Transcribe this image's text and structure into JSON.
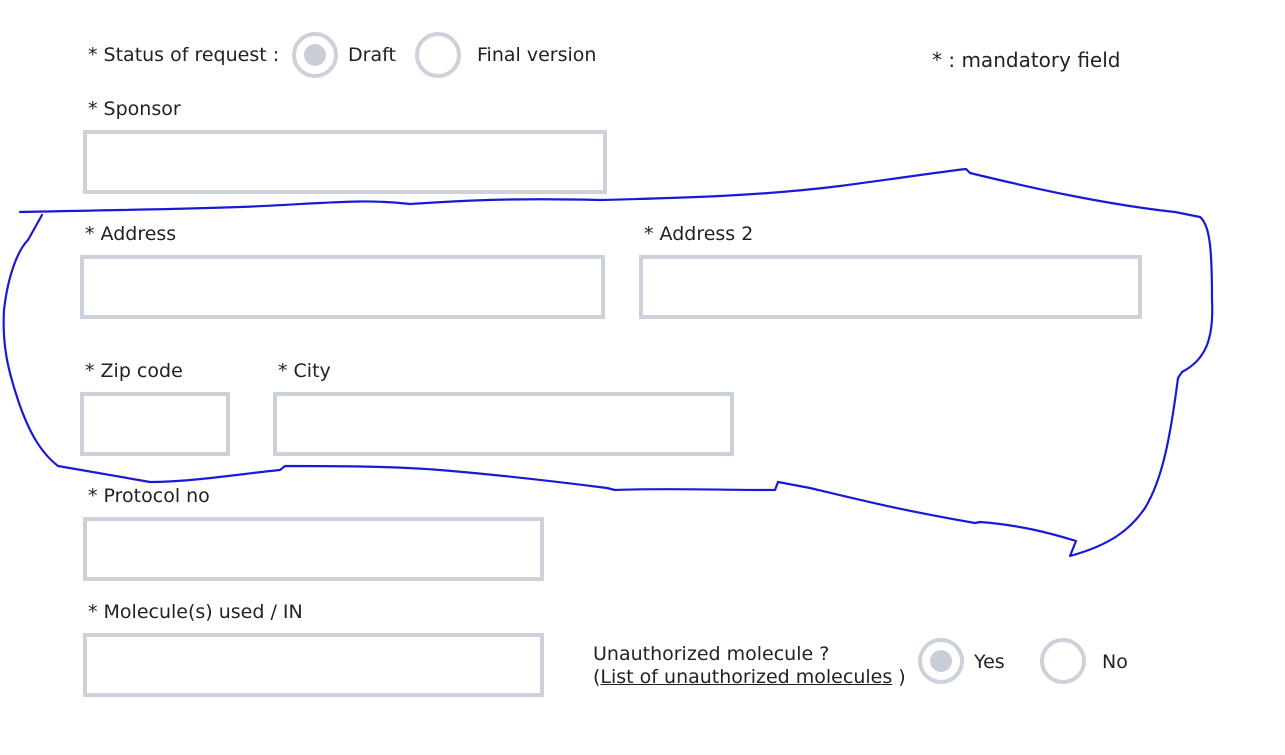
{
  "status": {
    "label": "* Status of request :",
    "options": [
      {
        "label": "Draft",
        "selected": true
      },
      {
        "label": "Final version",
        "selected": false
      }
    ]
  },
  "mandatory_note": "* : mandatory field",
  "sponsor": {
    "label": "* Sponsor",
    "value": ""
  },
  "address": {
    "label": "* Address",
    "value": ""
  },
  "address2": {
    "label": "* Address 2",
    "value": ""
  },
  "zip": {
    "label": "* Zip code",
    "value": ""
  },
  "city": {
    "label": "* City",
    "value": ""
  },
  "protocol": {
    "label": "* Protocol no",
    "value": ""
  },
  "molecule": {
    "label": "* Molecule(s) used / IN",
    "value": ""
  },
  "unauthorized": {
    "question": "Unauthorized molecule ?",
    "paren_open": "(",
    "link_text": "List of unauthorized molecules",
    "paren_close": " )",
    "options": [
      {
        "label": "Yes",
        "selected": true
      },
      {
        "label": "No",
        "selected": false
      }
    ]
  },
  "annotation": {
    "color": "#1a1ad6"
  }
}
